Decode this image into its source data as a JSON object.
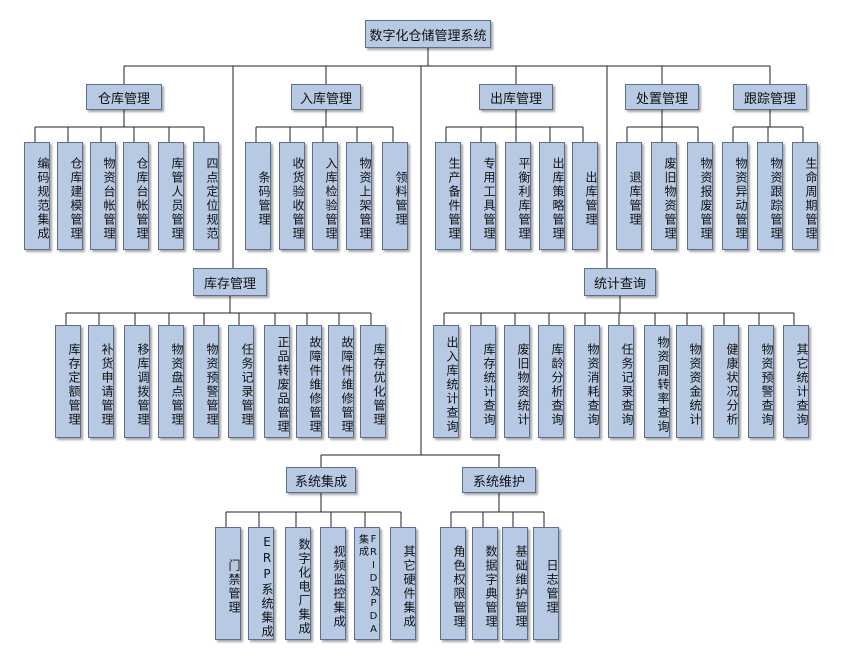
{
  "root": "数字化仓储管理系统",
  "modules": {
    "warehouse": {
      "title": "仓库管理",
      "items": [
        "编码规范集成",
        "仓库建模管理",
        "物资台帐管理",
        "仓库台帐管理",
        "库管人员管理",
        "四点定位规范"
      ]
    },
    "inbound": {
      "title": "入库管理",
      "items": [
        "条码管理",
        "收货验收管理",
        "入库检验管理",
        "物资上架管理",
        "领料管理"
      ]
    },
    "outbound": {
      "title": "出库管理",
      "items": [
        "生产备件管理",
        "专用工具管理",
        "平衡利库管理",
        "出库策略管理",
        "出库管理"
      ]
    },
    "disposal": {
      "title": "处置管理",
      "items": [
        "退库管理",
        "废旧物资管理",
        "物资报废管理"
      ]
    },
    "tracking": {
      "title": "跟踪管理",
      "items": [
        "物资异动管理",
        "物资跟踪管理",
        "生命周期管理"
      ]
    },
    "inventory": {
      "title": "库存管理",
      "items": [
        "库存定额管理",
        "补货申请管理",
        "移库调拨管理",
        "物资盘点管理",
        "物资预警管理",
        "任务记录管理",
        "正品转废品管理",
        "故障件维修管理",
        "故障件维修管理",
        "库存优化管理"
      ]
    },
    "stats": {
      "title": "统计查询",
      "items": [
        "出入库统计查询",
        "库存统计查询",
        "废旧物资统计",
        "库龄分析查询",
        "物资消耗查询",
        "任务记录查询",
        "物资周转率查询",
        "物资资金统计",
        "健康状况分析",
        "物资预警查询",
        "其它统计查询"
      ]
    },
    "integration": {
      "title": "系统集成",
      "items": [
        "门禁管理",
        "ERP系统集成",
        "数字化电厂集成",
        "视频监控集成",
        "FRID及PDA集成",
        "其它硬件集成"
      ]
    },
    "maintenance": {
      "title": "系统维护",
      "items": [
        "角色权限管理",
        "数据字典管理",
        "基础维护管理",
        "日志管理"
      ]
    }
  }
}
